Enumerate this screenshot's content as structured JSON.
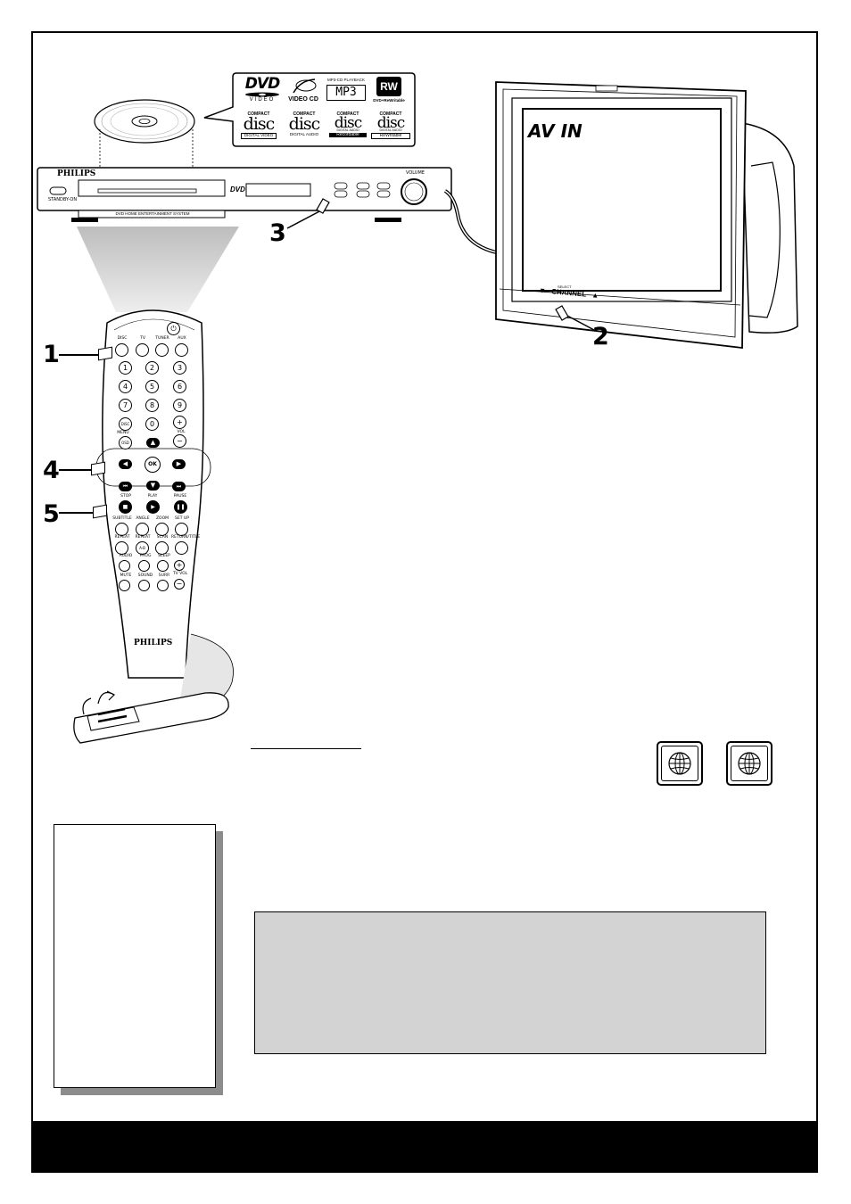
{
  "tv": {
    "screen_text": "AV IN",
    "channel_label": "CHANNEL",
    "channel_sublabel": "SELECT",
    "channel_down": "▼",
    "channel_up": "▲"
  },
  "dvd_player": {
    "brand": "PHILIPS",
    "standby_label": "STANDBY-ON",
    "tray_label": "DVD HOME ENTERTAINMENT SYSTEM",
    "logo": "DVD",
    "volume_label": "VOLUME"
  },
  "disc_logos": {
    "dvd_video": {
      "top": "DVD",
      "bottom": "VIDEO"
    },
    "video_cd": "VIDEO CD",
    "mp3": {
      "top": "MP3-CD PLAYBACK",
      "main": "MP3"
    },
    "rw": {
      "main": "RW",
      "caption": "DVD+ReWritable"
    },
    "cd_video": {
      "compact": "COMPACT",
      "disc": "disc",
      "caption": "DIGITAL VIDEO"
    },
    "cd_audio": {
      "compact": "COMPACT",
      "disc": "disc",
      "caption": "DIGITAL AUDIO"
    },
    "cd_r": {
      "compact": "COMPACT",
      "disc": "disc",
      "sub": "DIGITAL AUDIO",
      "caption": "Recordable"
    },
    "cd_rw": {
      "compact": "COMPACT",
      "disc": "disc",
      "sub": "DIGITAL AUDIO",
      "caption": "ReWritable"
    }
  },
  "steps": {
    "s1": "1",
    "s2": "2",
    "s3": "3",
    "s4": "4",
    "s5": "5"
  },
  "remote": {
    "brand": "PHILIPS",
    "power_icon": "⏻",
    "source_labels": [
      "DISC",
      "TV",
      "TUNER",
      "AUX"
    ],
    "digits": [
      "1",
      "2",
      "3",
      "4",
      "5",
      "6",
      "7",
      "8",
      "9"
    ],
    "disc_label": "DISC",
    "zero": "0",
    "vol_plus": "+",
    "vol_label": "VOL",
    "vol_minus": "−",
    "menu_label": "MENU",
    "osd_label": "OSD",
    "ok_label": "OK",
    "stop_label": "STOP",
    "play_label": "PLAY",
    "pause_label": "PAUSE",
    "row1_labels": [
      "SUBTITLE",
      "ANGLE",
      "ZOOM",
      "SET UP"
    ],
    "row2_labels": [
      "REPEAT",
      "REPEAT",
      "SCAN",
      "RETURN/TITLE"
    ],
    "ab_label": "A-B",
    "row3_labels": [
      "AUDIO",
      "PROG",
      "SLEEP"
    ],
    "row4_labels": [
      "MUTE",
      "SOUND",
      "SURR"
    ],
    "tv_vol_label": "TV VOL",
    "tv_vol_plus": "+",
    "tv_vol_minus": "−"
  },
  "colors": {
    "page": "#ffffff",
    "ink": "#000000",
    "panel_gray": "#d3d3d3",
    "shadow_gray": "#8c8c8c"
  }
}
